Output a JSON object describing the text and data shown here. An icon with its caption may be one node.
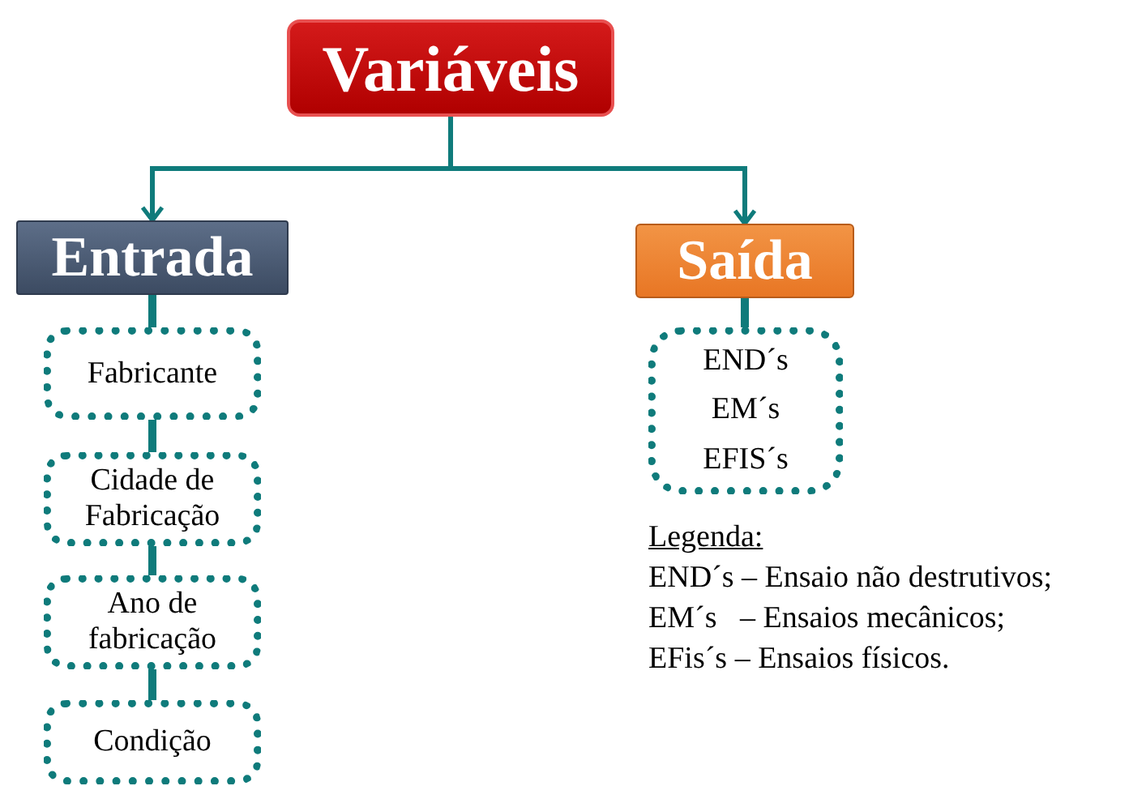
{
  "diagram": {
    "nodes": [
      {
        "text": [
          "Variáveis"
        ]
      },
      {
        "text": [
          "Entrada"
        ]
      },
      {
        "text": [
          "Saída"
        ]
      },
      {
        "text": [
          "Fabricante"
        ]
      },
      {
        "text": [
          "Cidade de Fabricação"
        ]
      },
      {
        "text": [
          "Ano de fabricação"
        ]
      },
      {
        "text": [
          "Condição"
        ]
      },
      {
        "text": [
          "END´s",
          "EM´s",
          "EFIS´s"
        ]
      }
    ],
    "edges": [
      {
        "from": 0,
        "to": 1,
        "arrow": "to"
      },
      {
        "from": 0,
        "to": 2,
        "arrow": "to"
      },
      {
        "from": 1,
        "to": 3,
        "arrow": "none"
      },
      {
        "from": 3,
        "to": 4,
        "arrow": "none"
      },
      {
        "from": 4,
        "to": 5,
        "arrow": "none"
      },
      {
        "from": 5,
        "to": 6,
        "arrow": "none"
      },
      {
        "from": 2,
        "to": 7,
        "arrow": "none"
      }
    ],
    "labels": [
      "Legenda:",
      "END´s – Ensaio não destrutivos;",
      "EM´s   – Ensaios mecânicos;",
      "EFis´s – Ensaios físicos."
    ]
  }
}
